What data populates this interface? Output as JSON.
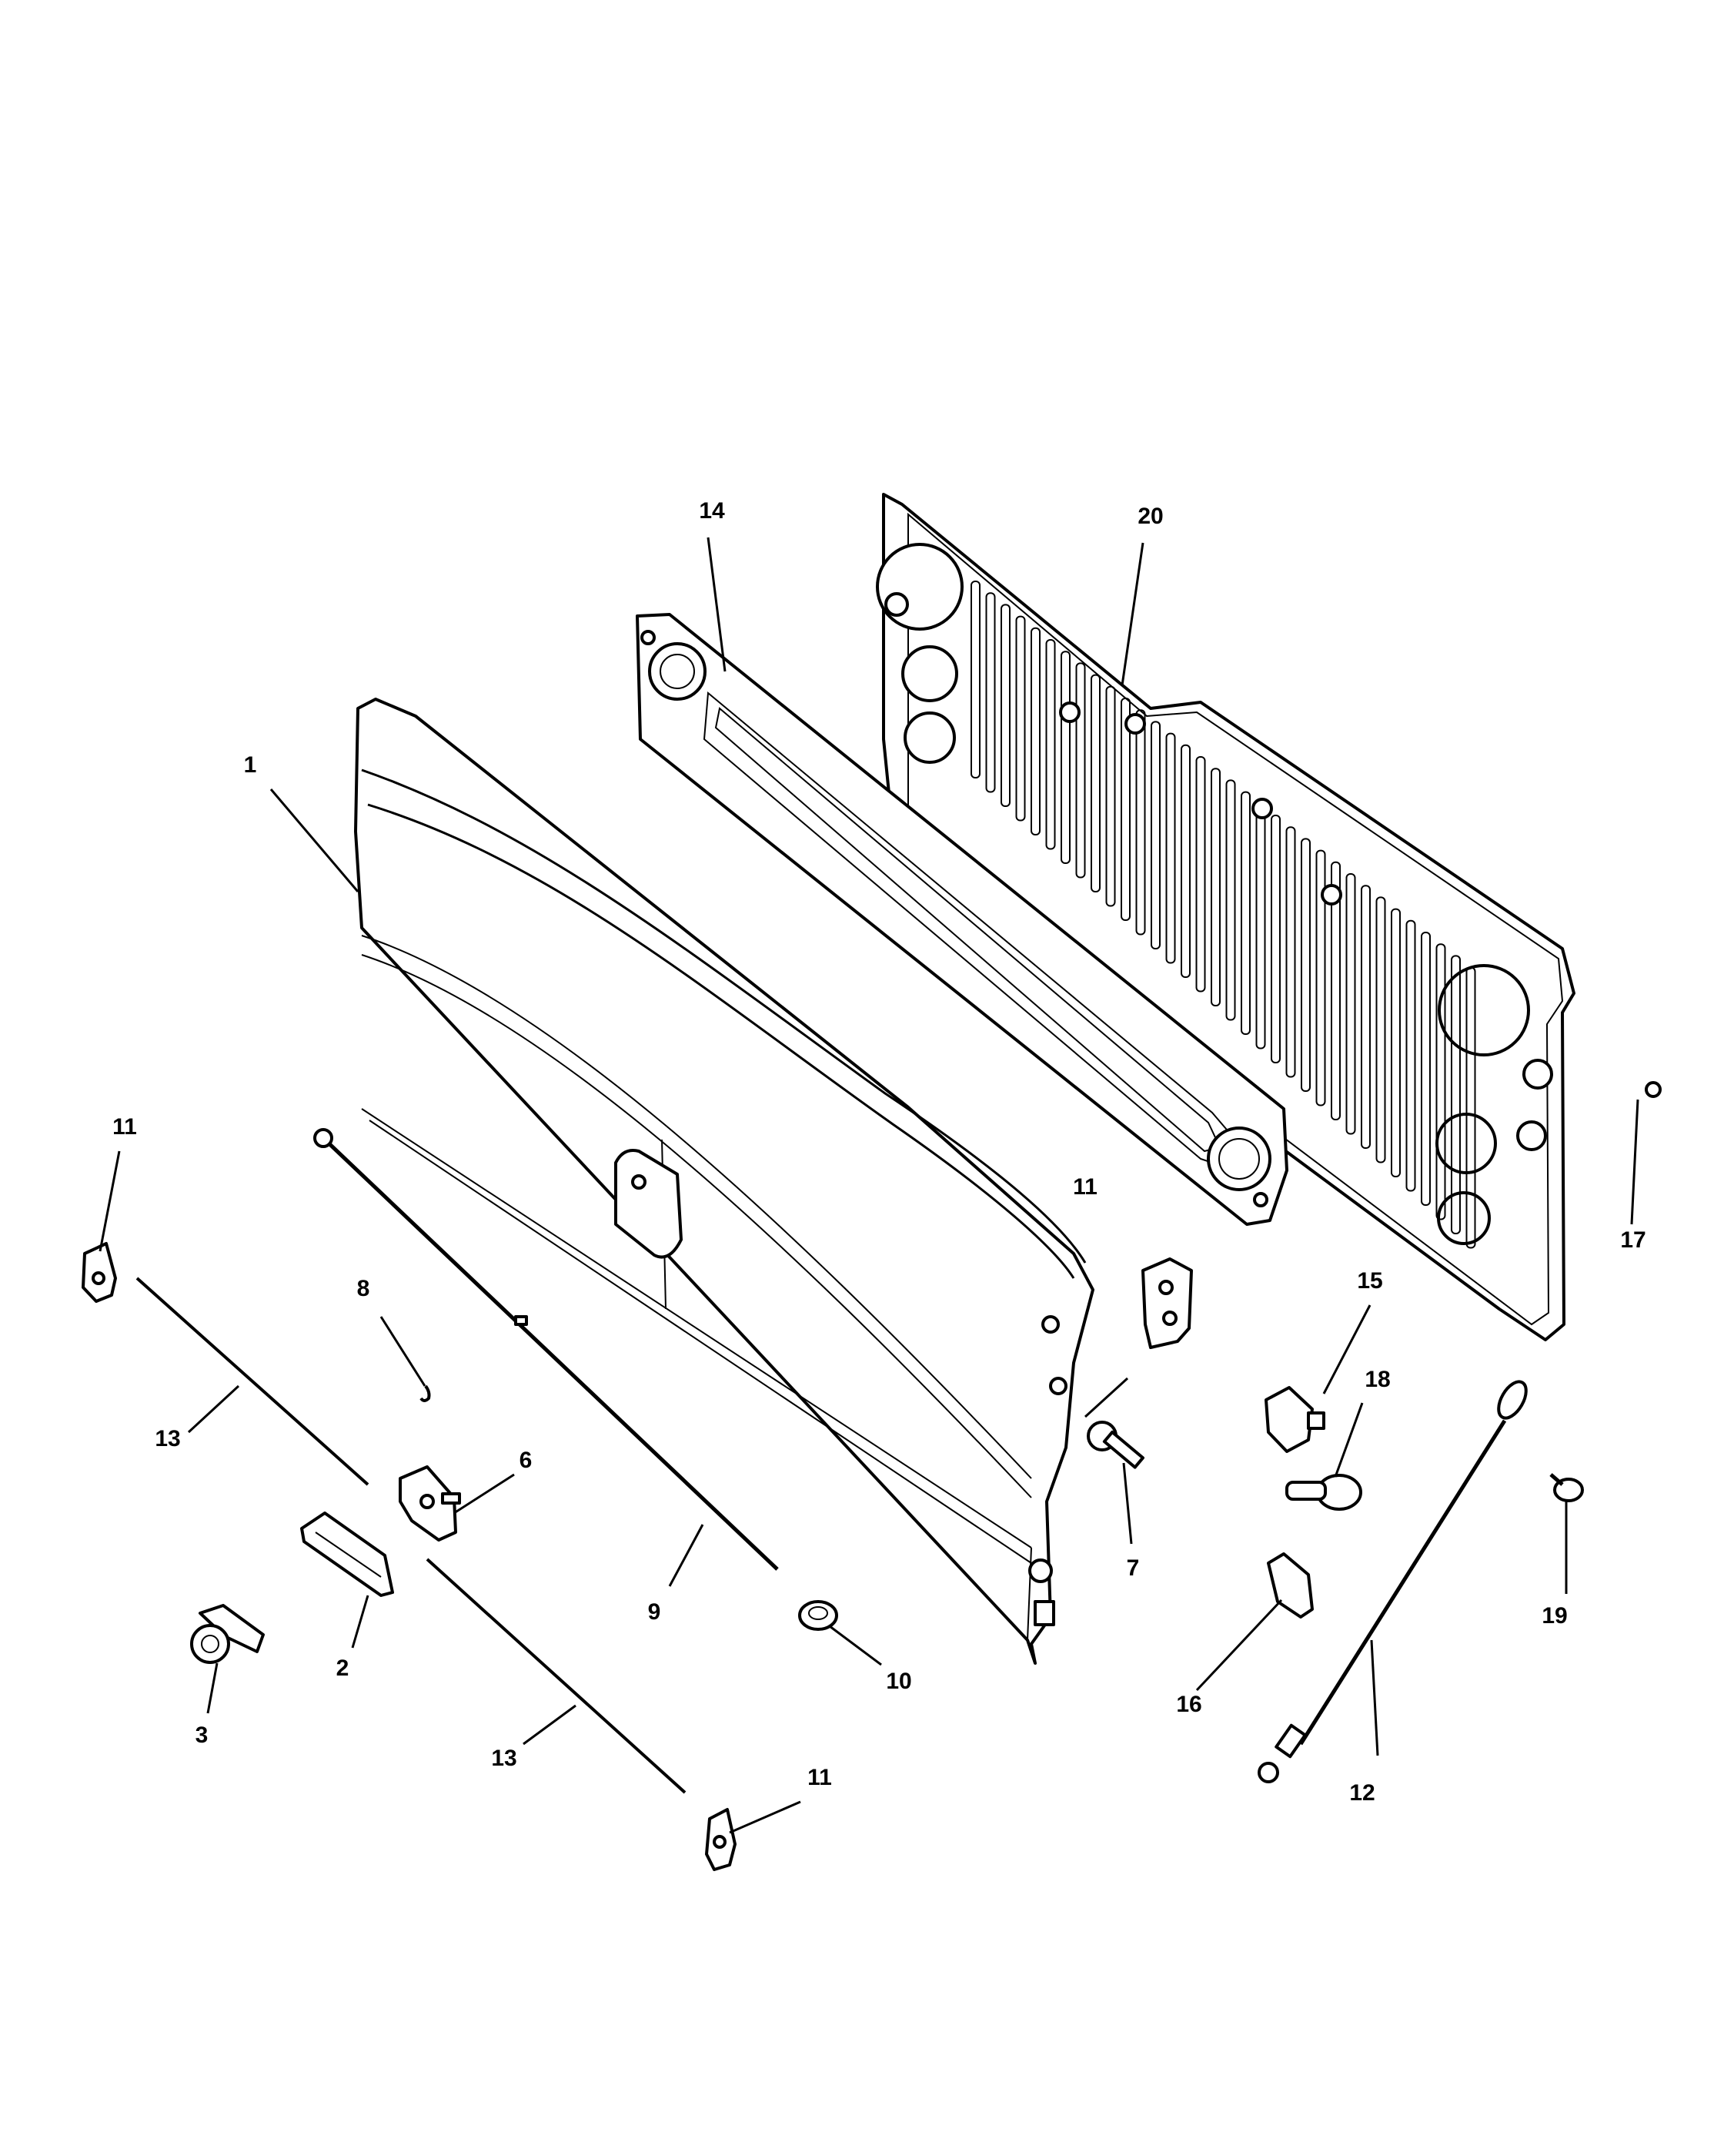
{
  "labels": {
    "p1": "1",
    "p2": "2",
    "p3": "3",
    "p6": "6",
    "p7": "7",
    "p8": "8",
    "p9": "9",
    "p10": "10",
    "p11a": "11",
    "p11b": "11",
    "p11c": "11",
    "p12": "12",
    "p13a": "13",
    "p13b": "13",
    "p14": "14",
    "p15": "15",
    "p16": "16",
    "p17": "17",
    "p18": "18",
    "p19": "19",
    "p20": "20"
  }
}
